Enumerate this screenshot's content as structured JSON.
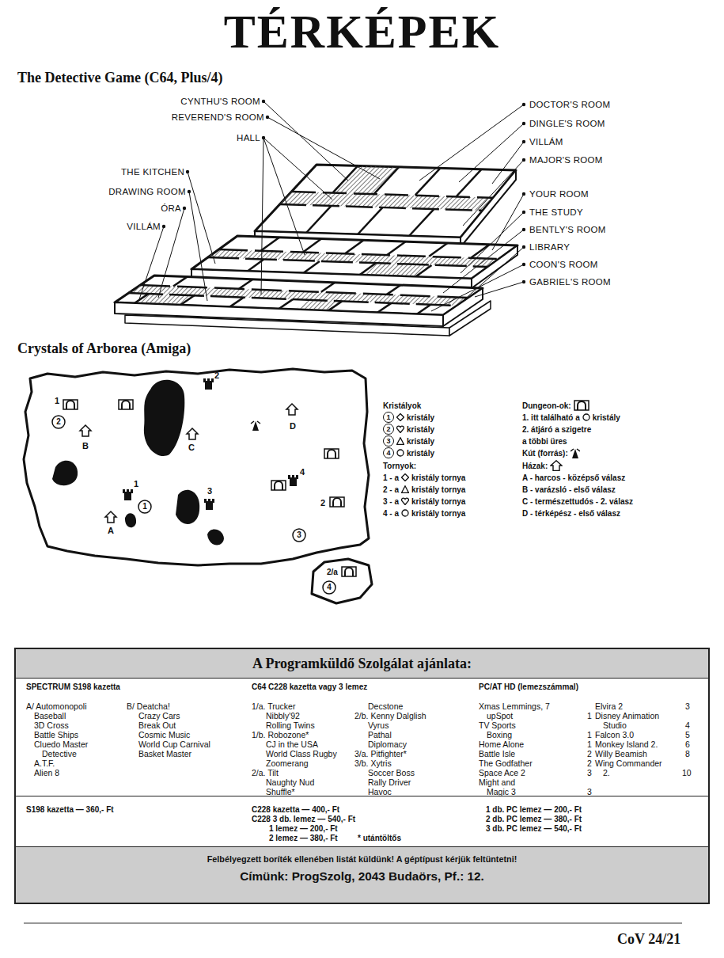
{
  "diagram": {
    "title": "TÉRKÉPEK",
    "nodes": [
      {
        "text": [
          "A Programküldő Szolgálat ajánlata:"
        ]
      },
      {
        "text": [
          "Felbélyegzett boríték ellenében listát küldünk! A géptípust kérjük feltüntetni!",
          "Címünk: ProgSzolg, 2043 Budaörs, Pf.: 12."
        ],
        "in": 0
      }
    ],
    "labels": [
      "The Detective Game (C64, Plus/4)",
      "CYNTHU'S ROOM",
      "REVEREND'S ROOM",
      "HALL",
      "THE KITCHEN",
      "DRAWING ROOM",
      "ÓRA",
      "VILLÁM",
      "DOCTOR'S ROOM",
      "DINGLE'S ROOM",
      "VILLÁM",
      "MAJOR'S ROOM",
      "YOUR ROOM",
      "THE STUDY",
      "BENTLY'S ROOM",
      "LIBRARY",
      "COON'S ROOM",
      "GABRIEL'S ROOM",
      "Crystals of Arborea (Amiga)",
      "1",
      "2",
      "B",
      "C",
      "D",
      "2",
      "4",
      "1",
      "1",
      "A",
      "3",
      "2",
      "3",
      "2/a",
      "4",
      "Kristályok",
      "1",
      "2",
      "3",
      "4",
      "Tornyok:",
      "1 - a",
      "kristály tornya",
      "2 - a",
      "kristály tornya",
      "3 - a",
      "kristály tornya",
      "4 - a",
      "kristály tornya",
      "1. itt található a",
      "kristály",
      "2. átjáró a szigetre",
      "a többi üres",
      "A - harcos - középső válasz",
      "B - varázsló - első válasz",
      "C - természettudós - 2. válasz",
      "D - térképész - első válasz",
      "SPECTRUM S198 kazetta",
      "C64 C228 kazetta vagy 3 lemez",
      "PC/AT HD (lemezszámmal)",
      "A/ Automonopoli",
      "Baseball",
      "3D Cross",
      "Battle Ships",
      "Cluedo Master Detective",
      "A.T.F.",
      "Alien 8",
      "B/ Deatcha!",
      "Crazy Cars",
      "Break Out",
      "Cosmic Music",
      "World Cup Carnival",
      "Basket Master",
      "1/a. Trucker",
      "Nibbly'92",
      "Rolling Twins",
      "1/b. Robozone*",
      "CJ in the USA",
      "World Class Rugby",
      "Zoomerang",
      "2/a. Tilt",
      "Naughty Nud",
      "Shuffle*",
      "Decstone",
      "2/b. Kenny Dalglish",
      "Vyrus",
      "Pathal",
      "Diplomacy",
      "3/a. Pitfighter*",
      "3/b. Xytris",
      "Soccer Boss",
      "Rally Driver",
      "Havoc",
      "Xmas Lemmings, 7 upSpot",
      "1",
      "TV Sports Boxing",
      "1",
      "Home Alone",
      "1",
      "Battle Isle",
      "2",
      "The Godfather",
      "2",
      "Space Ace 2",
      "3",
      "Might and Magic 3",
      "3",
      "Elvira 2",
      "3",
      "Disney Animation Studio",
      "4",
      "Falcon 3.0",
      "5",
      "Monkey Island 2.",
      "6",
      "Willy Beamish",
      "8",
      "Wing Commander 2.",
      "10",
      "S198 kazetta — 360,- Ft",
      "C228 kazetta — 400,- Ft",
      "C228 3 db. lemez — 540,- Ft",
      "1 lemez — 200,- Ft",
      "2 lemez — 380,- Ft",
      "* utántöltős",
      "1 db. PC lemez — 200,- Ft",
      "2 db. PC lemez — 380,- Ft",
      "3 db. PC lemez — 540,- Ft",
      "CoV 24/21"
    ],
    "legend": [
      {
        "text": "kristály"
      },
      {
        "text": "kristály"
      },
      {
        "text": "kristály"
      },
      {
        "text": "kristály"
      },
      {
        "text": "Dungeon-ok:"
      },
      {
        "text": "Kút (forrás):"
      },
      {
        "text": "Házak:"
      }
    ]
  }
}
